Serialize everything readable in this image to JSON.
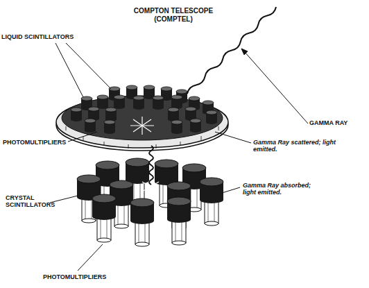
{
  "diagram": {
    "title": "COMPTON TELESCOPE (COMPTEL)",
    "labels": [
      "LIQUID SCINTILLATORS",
      "GAMMA RAY",
      "PHOTOMULTIPLIERS",
      "Gamma Ray scattered; light emitted.",
      "CRYSTAL SCINTILLATORS",
      "Gamma Ray absorbed; light emitted.",
      "PHOTOMULTIPLIERS"
    ]
  }
}
